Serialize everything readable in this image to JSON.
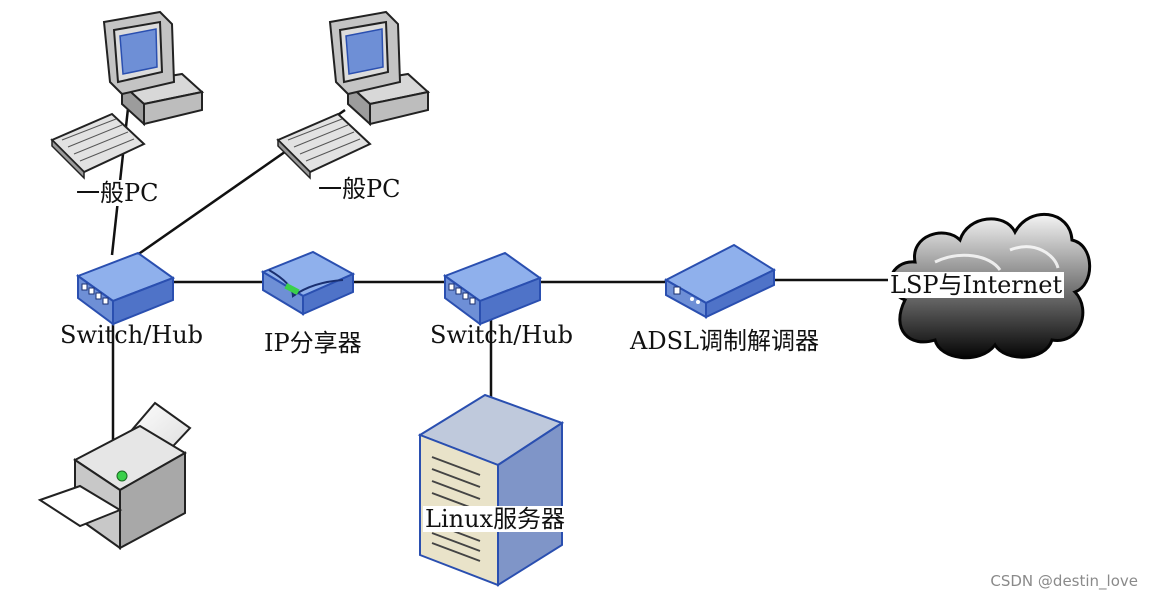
{
  "labels": {
    "pc1": "一般PC",
    "pc2": "一般PC",
    "switch1": "Switch/Hub",
    "router": "IP分享器",
    "switch2": "Switch/Hub",
    "modem": "ADSL调制解调器",
    "internet": "LSP与Internet",
    "server": "Linux服务器"
  },
  "watermark": "CSDN @destin_love",
  "icons": [
    "desktop-pc-icon",
    "desktop-pc-icon",
    "switch-hub-icon",
    "router-icon",
    "switch-hub-icon",
    "adsl-modem-icon",
    "cloud-icon",
    "printer-icon",
    "tower-server-icon"
  ],
  "colors": {
    "device_blue": "#6e8fd6",
    "device_outline": "#2a4fb0",
    "monitor_gray": "#b8b8b8",
    "line": "#111111"
  }
}
